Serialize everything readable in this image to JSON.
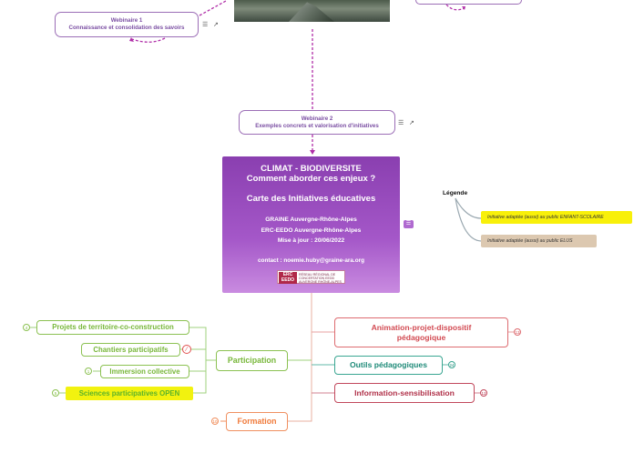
{
  "central": {
    "line1": "CLIMAT - BIODIVERSITE",
    "line2": "Comment aborder ces enjeux ?",
    "line3": "Carte des Initiatives éducatives",
    "org1": "GRAINE Auvergne-Rhône-Alpes",
    "org2": "ERC-EEDO Auvergne-Rhône-Alpes",
    "update": "Mise à jour : 20/06/2022",
    "contact": "contact : noemie.huby@graine-ara.org",
    "logo_mark": "ERC EEDO",
    "logo_text": "RÉSEAU RÉGIONAL DE CONCERTATION EEDD AUVERGNE RHÔNE-ALPES"
  },
  "webinar1": {
    "title": "Webinaire 1",
    "subtitle": "Connaissance et consolidation des savoirs"
  },
  "webinar2": {
    "title": "Webinaire 2",
    "subtitle": "Exemples concrets et valorisation d'initiatives"
  },
  "participation": {
    "label": "Participation",
    "children": [
      {
        "label": "Projets de territoire-co-construction",
        "badge": "4"
      },
      {
        "label": "Chantiers participatifs",
        "badge": ""
      },
      {
        "label": "Immersion collective",
        "badge": "1"
      },
      {
        "label": "Sciences participatives OPEN",
        "badge": "5"
      }
    ]
  },
  "formation": {
    "label": "Formation",
    "badge": "10"
  },
  "right_nodes": [
    {
      "label": "Animation-projet-dispositif pédagogique",
      "badge": "13"
    },
    {
      "label": "Outils pédagogiques",
      "badge": "24"
    },
    {
      "label": "Information-sensibilisation",
      "badge": "12"
    }
  ],
  "legend": {
    "title": "Légende",
    "items": [
      {
        "label": "Initiative adaptée (aussi) au public ENFANT-SCOLAIRE",
        "color": "#f8f00a"
      },
      {
        "label": "Initiative adaptée (aussi) au public ELUS",
        "color": "#dcc8b0"
      }
    ]
  },
  "colors": {
    "accent_purple": "#a457c8",
    "participation_green": "#8cc152",
    "formation_orange": "#f07a3a",
    "animation_red": "#d24a52",
    "outils_teal": "#3aa692",
    "info_crimson": "#c2485c",
    "dashed_link": "#b02ea8"
  }
}
